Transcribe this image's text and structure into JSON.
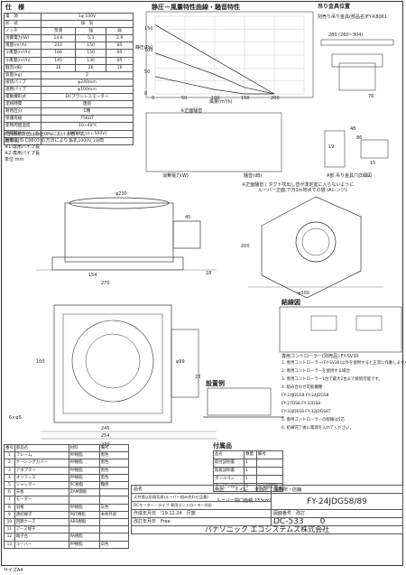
{
  "sections": {
    "spec": "仕　様",
    "chart": "静圧－風量特性曲線・騒音特性",
    "hanger": "吊り金具位置",
    "install": "設置例",
    "wiring": "結線図",
    "accessory": "付属品",
    "parts_header": "品　名",
    "accessory_header": "付属品"
  },
  "spec_rows": [
    [
      "電　源",
      "1φ 100V",
      "",
      ""
    ],
    [
      "形　式",
      "排　気",
      "",
      ""
    ],
    [
      "ノッチ",
      "急速",
      "強",
      "弱"
    ],
    [
      "消費電力(W)",
      "14.6",
      "5.3",
      "2.9"
    ],
    [
      "風量(m³/h)",
      "210",
      "150",
      "85"
    ],
    [
      "①風量(m³/h)",
      "166",
      "150",
      "85"
    ],
    [
      "②風量(m³/h)",
      "145",
      "136",
      "85"
    ],
    [
      "騒音(dB)",
      "36",
      "26",
      "16"
    ],
    [
      "質量(kg)",
      "2",
      "",
      ""
    ],
    [
      "接続パイプ",
      "φ240mm",
      "",
      ""
    ],
    [
      "適用パイプ",
      "φ100mm",
      "",
      ""
    ],
    [
      "電動機形式",
      "DCブラシレスモーター",
      "",
      ""
    ],
    [
      "定格時間",
      "連続",
      "",
      ""
    ],
    [
      "耐熱区分",
      "E種",
      "",
      ""
    ],
    [
      "保護等級",
      "75KΩT",
      "",
      ""
    ],
    [
      "使用周囲温度",
      "-10~40℃",
      "",
      ""
    ],
    [
      "絶縁抵抗",
      "1MΩ以上(d.c.500V)",
      "",
      ""
    ],
    [
      "耐電圧",
      "a.c.1000V 1分間",
      "",
      ""
    ]
  ],
  "spec_notes": [
    "(注)測定数値は静圧0Paにおける値です。",
    "測定はJIS C9603 の方法によります。",
    "※1:専用パイプ長",
    "※2:専用パイプ長",
    "単位:mm"
  ],
  "chart_labels": {
    "pressure_axis": "静圧(Pa)",
    "airflow_axis": "風量(m³/h)",
    "power_axis": "消費電力(W)",
    "noise_axis": "騒音(dB)",
    "note1": "※正面騒音",
    "note2": "※正面騒音 ( ダクト吹出し音が測定室に入らないように",
    "note3": "ルーバー正面,下方1m地点での値 (Aレンジ)"
  },
  "chart_data": {
    "type": "line",
    "x": [
      0,
      50,
      100,
      150,
      200
    ],
    "series": [
      {
        "name": "急速",
        "values": [
          160,
          120,
          80,
          40,
          0
        ]
      },
      {
        "name": "強",
        "values": [
          95,
          70,
          45,
          15,
          0
        ]
      },
      {
        "name": "弱",
        "values": [
          40,
          25,
          10,
          0,
          0
        ]
      }
    ],
    "xlabel": "風量(m³/h)",
    "ylabel": "静圧(Pa)",
    "xlim": [
      0,
      250
    ],
    "ylim": [
      0,
      180
    ]
  },
  "hanger": {
    "model": "別売り吊り金具(部品名)FY-K8061",
    "dim1": "280 (260~304)",
    "dim2": "76",
    "dim3": "48",
    "dim4": "86",
    "dim5": "19",
    "dim6": "15",
    "caption": "A部 吊り金具穴詳細図"
  },
  "dims": {
    "d1": "φ230",
    "d2": "45",
    "d3": "154",
    "d4": "270",
    "d5": "245",
    "d6": "254",
    "d7": "270",
    "d8": "φ300",
    "d9": "200",
    "d10": "φ99",
    "d11": "23",
    "d12": "18",
    "d13": "6×φ5",
    "d14": "100",
    "louver": "ルーバー開口面積:133cm²"
  },
  "wiring": {
    "title": "専用コントローラー(別売品) FY-SV30",
    "notes": [
      "1. 専用コントローラー(FY-SV30)以外を使用すると正常に作動しません。",
      "2. 専用コントローラーを使用する場合",
      "3. 専用コントローラー1台で最大2台まで接続可能です。",
      "4. 組み合わせ可能機種",
      "FY-24JDGS8  FY-24JDGS8",
      "FY-27DS8    FY-32DS8",
      "FY-32JDES8  FY-32JDGS8T",
      "5. 専用コントローラーの配線は5芯",
      "6. 結線完了後に電源を入れてください。"
    ]
  },
  "parts": [
    [
      "1",
      "フレーム",
      "PP樹脂",
      "黒色"
    ],
    [
      "2",
      "ケーシングカバー",
      "PP樹脂",
      "黒色"
    ],
    [
      "3",
      "アダプター",
      "PP樹脂",
      "黒色"
    ],
    [
      "4",
      "オリフィス",
      "PP樹脂",
      "黒色"
    ],
    [
      "5",
      "シャッター",
      "PC樹脂",
      "難燃"
    ],
    [
      "6",
      "天板",
      "ZAM鋼板",
      ""
    ],
    [
      "7",
      "モーター",
      "",
      ""
    ],
    [
      "8",
      "羽根",
      "PP樹脂",
      "灰色"
    ],
    [
      "9",
      "連結端子",
      "PBT樹脂",
      "本体外部"
    ],
    [
      "10",
      "回路ケース",
      "ABS樹脂",
      ""
    ],
    [
      "11",
      "アース端子",
      "",
      ""
    ],
    [
      "12",
      "端子台",
      "PA樹脂",
      ""
    ],
    [
      "13",
      "ルーバー",
      "PP樹脂",
      "白色"
    ]
  ],
  "parts_headers": [
    "番号",
    "部品名",
    "材料",
    "備考"
  ],
  "accessories": [
    [
      "取付説明書",
      "1",
      ""
    ],
    [
      "取扱説明書",
      "1",
      ""
    ],
    [
      "ボールペン",
      "1",
      ""
    ],
    [
      "タッピンねじ",
      "5",
      "本体固定用"
    ]
  ],
  "accessory_headers": [
    "品名",
    "数量",
    "備考"
  ],
  "usage": {
    "label": "用途",
    "values": [
      "トイレ",
      "洗面所",
      "事務所・店舗"
    ]
  },
  "title_block": {
    "product_label": "品名",
    "product": "天井埋込形換気扇(ルーバー組み合わせ品番)",
    "product2": "DCモーター・タイプ 専用コントローラー対応",
    "model_label": "品番",
    "model": "FY-24JDGS8/89",
    "date_label": "作成年月日",
    "date": "'19.12.24",
    "scale_label": "尺度",
    "scale": "Free",
    "drawing_label": "図面番号",
    "drawing": "DC-533",
    "rev_label": "改訂",
    "rev": "0",
    "revise_label": "改訂年月日",
    "company": "パナソニック エコシステムズ株式会社",
    "paper": "サイズA4"
  }
}
